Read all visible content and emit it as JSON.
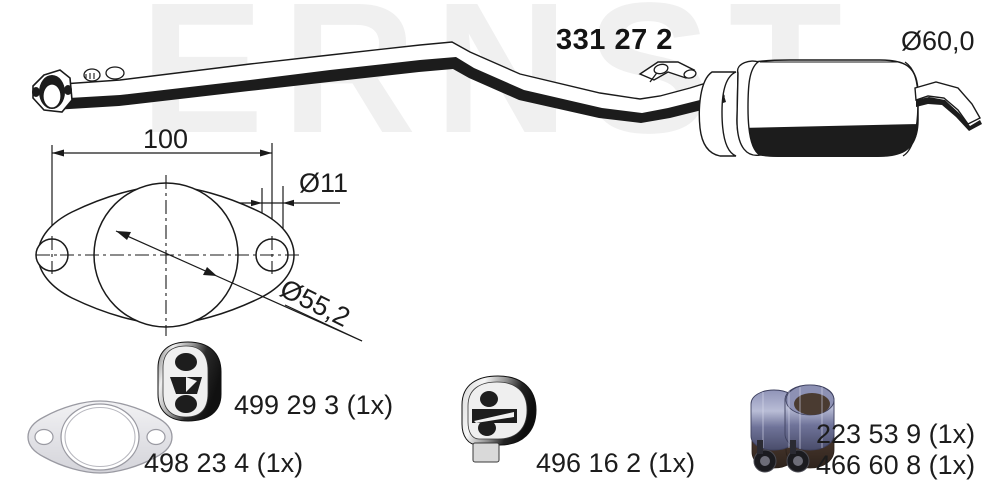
{
  "document": {
    "title": "331 27 2",
    "watermark": "ERNST",
    "type": "exhaust-system-parts-diagram"
  },
  "main_part": {
    "part_number": "331 27 2",
    "diameter_label": "Ø60,0",
    "description": "exhaust middle pipe with muffler"
  },
  "flange_detail": {
    "bolt_spacing": "100",
    "bolt_hole_diameter": "Ø11",
    "bore_diameter": "Ø55,2"
  },
  "accessories": [
    {
      "id": "gasket",
      "label": "498 23 4 (1x)",
      "icon": "flange-gasket-icon"
    },
    {
      "id": "rubber-hanger-a",
      "label": "499 29 3 (1x)",
      "icon": "rubber-hanger-icon"
    },
    {
      "id": "rubber-hanger-b",
      "label": "496 16 2 (1x)",
      "icon": "rubber-mount-icon"
    },
    {
      "id": "pipe-connector-a",
      "label": "223 53 9 (1x)",
      "icon": "pipe-clamp-icon"
    },
    {
      "id": "pipe-connector-b",
      "label": "466 60 8 (1x)",
      "icon": "pipe-clamp-icon"
    }
  ],
  "colors": {
    "line": "#1a1a1a",
    "fill": "#ffffff",
    "shadow": "#1c1c1c",
    "watermark": "#f0f0f0",
    "clamp_blue": "#7b7fa6",
    "clamp_brown": "#5a463c",
    "gasket_gray": "#d8d8dc"
  }
}
